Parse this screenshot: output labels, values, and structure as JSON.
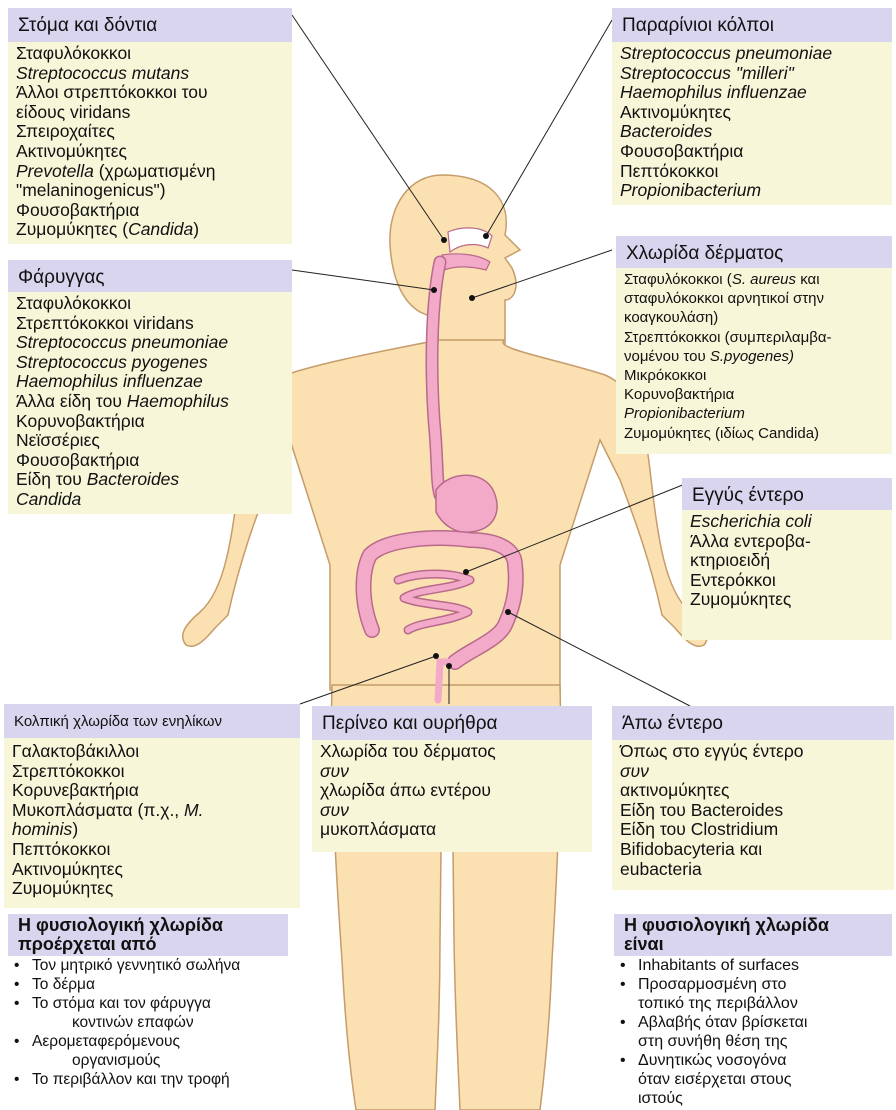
{
  "sections": {
    "mouth": {
      "title": "Στόμα και δόντια",
      "items": [
        "Σταφυλόκοκκοι",
        "Streptococcus mutans",
        "Άλλοι στρεπτόκοκκοι του",
        "είδους viridans",
        "Σπειροχαίτες",
        "Ακτινομύκητες",
        "(χρωματισμένη",
        "\"melaninogenicus\")",
        "Φουσοβακτήρια",
        "Ζυμομύκητες (",
        ")"
      ],
      "prevotella": "Prevotella",
      "candida": "Candida"
    },
    "sinus": {
      "title": "Παραρίνιοι κόλποι",
      "items": [
        "Streptococcus pneumoniae",
        "Streptococcus \"milleri\"",
        "Haemophilus influenzae",
        "Ακτινομύκητες",
        "Bacteroides",
        "Φουσοβακτήρια",
        "Πεπτόκοκκοι",
        "Propionibacterium"
      ]
    },
    "pharynx": {
      "title": "Φάρυγγας",
      "items": [
        "Σταφυλόκοκκοι",
        "Στρεπτόκοκκοι viridans",
        "Streptococcus pneumoniae",
        "Streptococcus pyogenes",
        "Haemophilus influenzae",
        "Άλλα είδη του",
        "Haemophilus",
        "Κορυνοβακτήρια",
        "Νεϊσσέριες",
        "Φουσοβακτήρια",
        "Είδη του",
        "Bacteroides",
        "Candida"
      ]
    },
    "skin": {
      "title": "Χλωρίδα δέρματος",
      "items": [
        "Σταφυλόκοκκοι (",
        "S. aureus",
        " και",
        "σταφυλόκοκκοι αρνητικοί στην",
        "κοαγκουλάση)",
        "Στρεπτόκοκκοι (συμπεριλαμβα-",
        "νομένου του ",
        "S.pyogenes)",
        "Μικρόκοκκοι",
        "Κορυνοβακτήρια",
        "Propionibacterium",
        "Ζυμομύκητες (ιδίως Candida)"
      ]
    },
    "small_intestine": {
      "title": "Εγγύς έντερο",
      "items": [
        "Escherichia coli",
        "Άλλα εντεροβα-",
        "κτηριοειδή",
        "Εντερόκκοι",
        "Ζυμομύκητες"
      ]
    },
    "vaginal": {
      "title": "Κολπική χλωρίδα των ενηλίκων",
      "items": [
        "Γαλακτοβάκιλλοι",
        "Στρεπτόκοκκοι",
        "Κορυνεβακτήρια",
        "Μυκοπλάσματα (π.χ.,",
        "M.",
        "hominis",
        ")",
        "Πεπτόκοκκοι",
        "Ακτινομύκητες",
        "Ζυμομύκητες"
      ]
    },
    "perineum": {
      "title": "Περίνεο και ουρήθρα",
      "items": [
        "Χλωρίδα του δέρματος",
        "συν",
        "χλωρίδα άπω εντέρου",
        "συν",
        "μυκοπλάσματα"
      ]
    },
    "large_intestine": {
      "title": "Άπω έντερο",
      "items": [
        "Όπως στο εγγύς έντερο",
        "συν",
        "ακτινομύκητες",
        "Είδη του Bacteroides",
        "Είδη του Clostridium",
        "Bifidobacyteria και",
        "eubacteria"
      ]
    },
    "origin": {
      "title_1": "Η φυσιολογική χλωρίδα",
      "title_2": "προέρχεται από",
      "bullets": [
        "Τον μητρικό γεννητικό σωλήνα",
        "Το δέρμα",
        "Το στόμα και τον φάρυγγα",
        "κοντινών επαφών",
        "Αερομεταφερόμενους",
        "οργανισμούς",
        "Το περιβάλλον και την τροφή"
      ]
    },
    "nature": {
      "title_1": "Η φυσιολογική χλωρίδα",
      "title_2": "είναι",
      "bullets": [
        "Inhabitants of surfaces",
        "Προσαρμοσμένη στο",
        "τοπικό της περιβάλλον",
        "Αβλαβής όταν βρίσκεται",
        "στη συνήθη θέση της",
        "Δυνητικώς νοσογόνα",
        "όταν εισέρχεται στους",
        "ιστούς"
      ]
    }
  },
  "colors": {
    "header_bg": "#d9d5ee",
    "body_bg": "#f8f6d9",
    "skin": "#fbe0b2",
    "skin_outline": "#c59c6a",
    "tract": "#f3a9c8",
    "tract_outline": "#b86a8a"
  }
}
